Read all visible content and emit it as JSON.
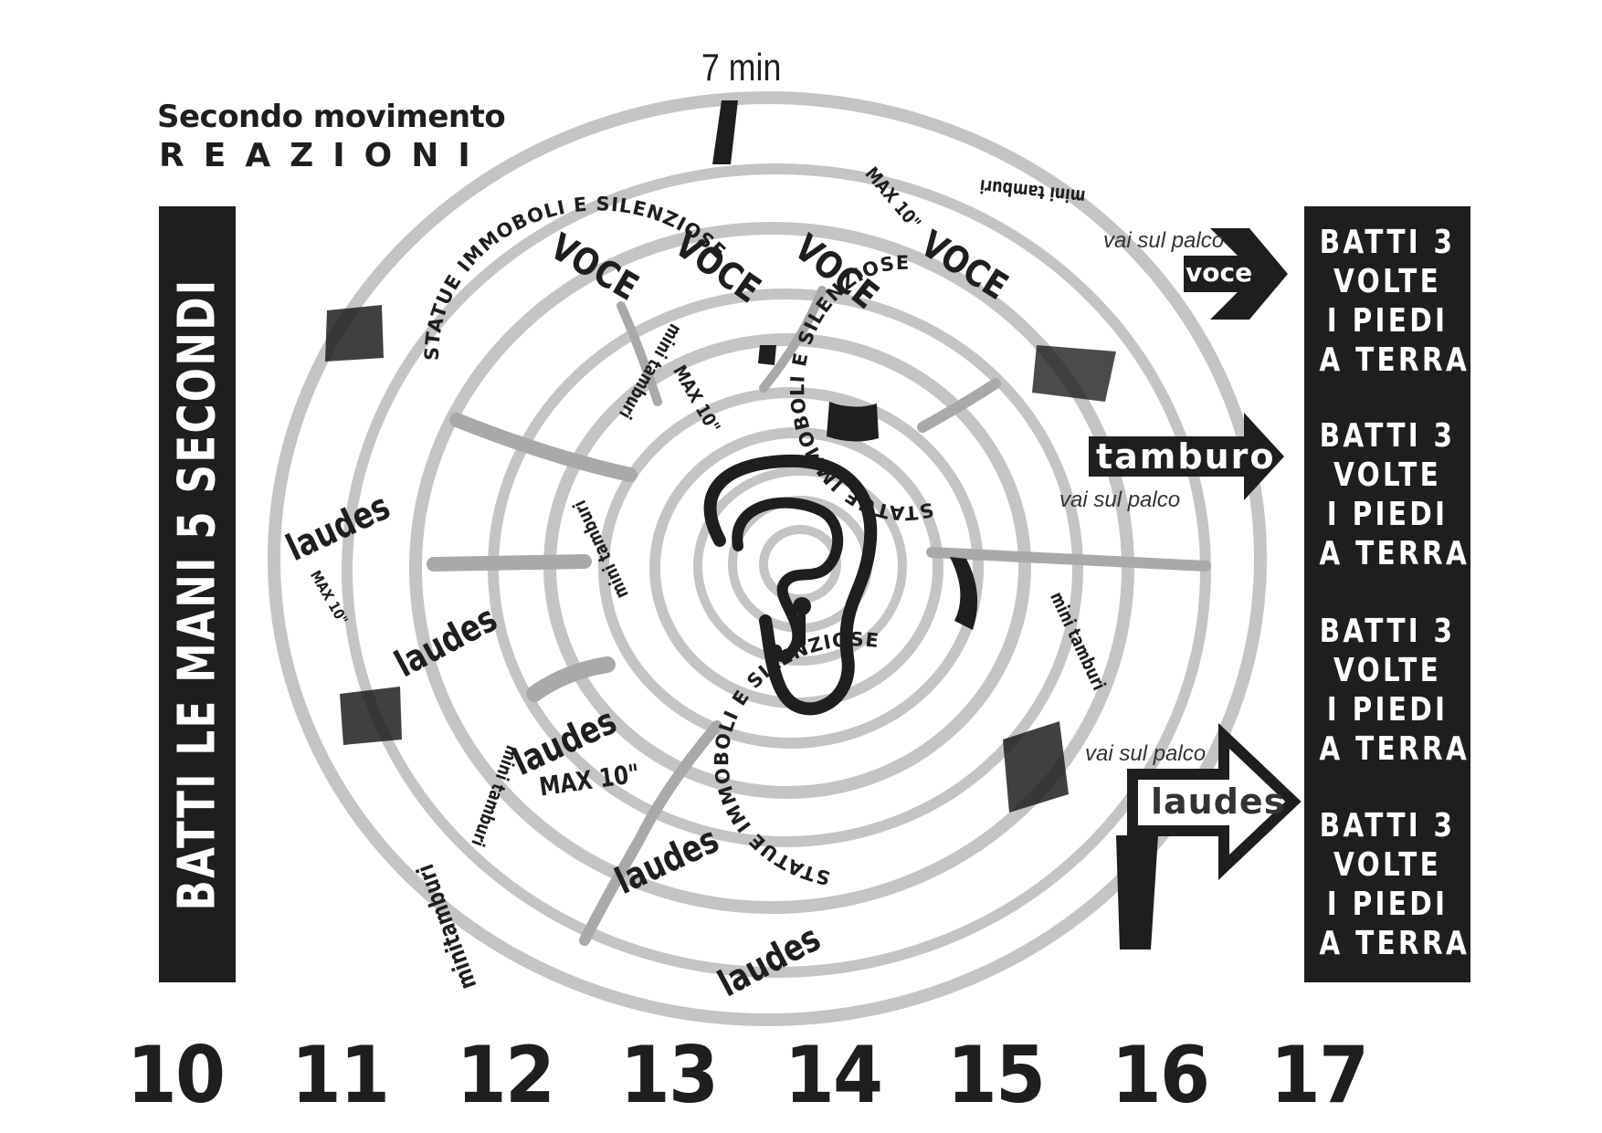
{
  "header": {
    "title": "Secondo movimento",
    "subtitle": "REAZIONI"
  },
  "duration_label": "7 min",
  "left_banner": "BATTI LE MANI 5 SECONDI",
  "right_panel": {
    "blocks": [
      {
        "lines": [
          "BATTI 3",
          "VOLTE",
          "I PIEDI",
          "A TERRA"
        ]
      },
      {
        "lines": [
          "BATTI 3",
          "VOLTE",
          "I PIEDI",
          "A TERRA"
        ]
      },
      {
        "lines": [
          "BATTI 3",
          "VOLTE",
          "I PIEDI",
          "A TERRA"
        ]
      },
      {
        "lines": [
          "BATTI 3",
          "VOLTE",
          "I PIEDI",
          "A TERRA"
        ]
      }
    ]
  },
  "timeline": {
    "ticks": [
      "10",
      "11",
      "12",
      "13",
      "14",
      "15",
      "16",
      "17"
    ]
  },
  "arrows": [
    {
      "label": "voce",
      "note": "vai sul palco"
    },
    {
      "label": "tamburo",
      "note": "vai sul palco"
    },
    {
      "label": "laudes",
      "note": "vai sul palco"
    }
  ],
  "words": {
    "voce": "VOCE",
    "laudes": "laudes",
    "max10": "MAX 10\"",
    "mini_tamburi": "mini tamburi",
    "minitamburi": "minitamburi"
  },
  "statue_phrase": "STATUE IMMOBOLI E SILENZIOSE",
  "colors": {
    "ink": "#1e1e1e",
    "spiral": "#c4c4c4",
    "paper": "#ffffff"
  }
}
